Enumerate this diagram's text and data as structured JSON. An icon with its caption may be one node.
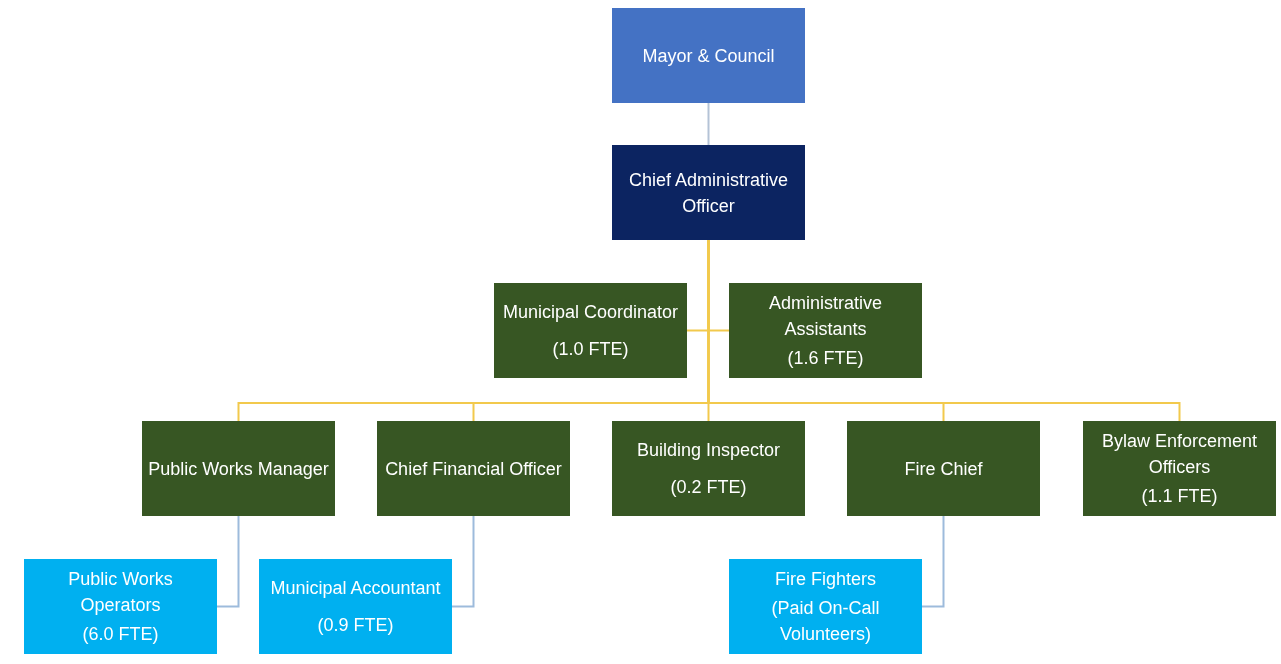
{
  "diagram": {
    "nodes": [
      {
        "text": [
          "Mayor & Council"
        ]
      },
      {
        "text": [
          "Chief Administrative Officer"
        ]
      },
      {
        "text": [
          "Municipal Coordinator",
          "(1.0 FTE)"
        ]
      },
      {
        "text": [
          "Administrative Assistants",
          "(1.6 FTE)"
        ]
      },
      {
        "text": [
          "Public Works Manager"
        ]
      },
      {
        "text": [
          "Chief Financial Officer"
        ]
      },
      {
        "text": [
          "Building Inspector",
          "(0.2 FTE)"
        ]
      },
      {
        "text": [
          "Fire Chief"
        ]
      },
      {
        "text": [
          "Bylaw Enforcement Officers",
          "(1.1 FTE)"
        ]
      },
      {
        "text": [
          "Public Works Operators",
          "(6.0 FTE)"
        ]
      },
      {
        "text": [
          "Municipal Accountant",
          "(0.9 FTE)"
        ]
      },
      {
        "text": [
          "Fire Fighters",
          "(Paid On-Call Volunteers)"
        ]
      }
    ],
    "edges": [
      {
        "from": 0,
        "to": 1,
        "arrow": "none",
        "color": "#b4c3d6"
      },
      {
        "from": 1,
        "to": 2,
        "arrow": "none"
      },
      {
        "from": 1,
        "to": 3,
        "arrow": "none"
      },
      {
        "from": 1,
        "to": 4,
        "arrow": "none"
      },
      {
        "from": 1,
        "to": 5,
        "arrow": "none"
      },
      {
        "from": 1,
        "to": 6,
        "arrow": "none"
      },
      {
        "from": 1,
        "to": 7,
        "arrow": "none"
      },
      {
        "from": 1,
        "to": 8,
        "arrow": "none"
      },
      {
        "from": 4,
        "to": 9,
        "arrow": "none",
        "color": "#9dbbdc"
      },
      {
        "from": 5,
        "to": 10,
        "arrow": "none",
        "color": "#9dbbdc"
      },
      {
        "from": 7,
        "to": 11,
        "arrow": "none",
        "color": "#9dbbdc"
      }
    ]
  }
}
